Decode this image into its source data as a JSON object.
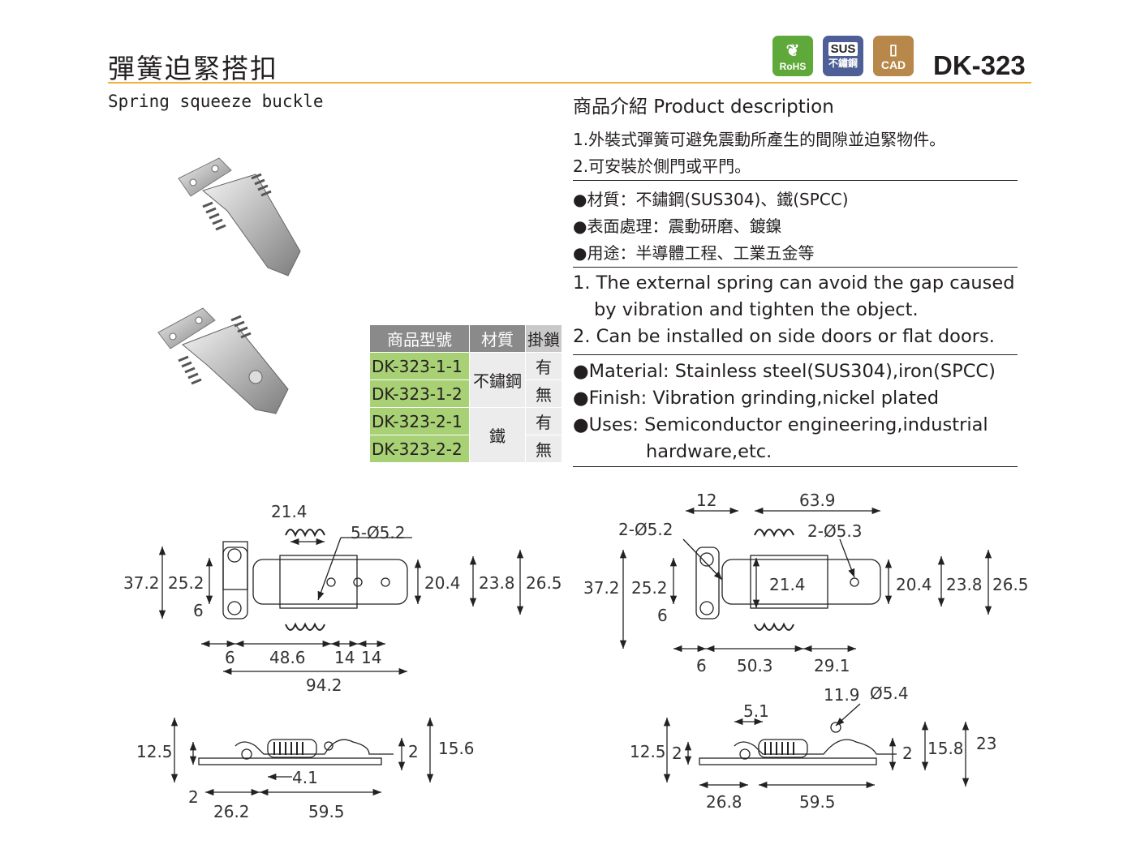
{
  "header": {
    "title_zh": "彈簧迫緊搭扣",
    "title_en": "Spring squeeze buckle",
    "model": "DK-323",
    "badges": {
      "rohs": "RoHS",
      "sus_top": "SUS",
      "sus_bottom": "不鏽鋼",
      "cad": "CAD"
    }
  },
  "description": {
    "heading": "商品介紹 Product description",
    "zh_points": [
      "1.外裝式彈簧可避免震動所產生的間隙並迫緊物件。",
      "2.可安裝於側門或平門。"
    ],
    "zh_specs": [
      "●材質：不鏽鋼(SUS304)、鐵(SPCC)",
      "●表面處理：震動研磨、鍍鎳",
      "●用途：半導體工程、工業五金等"
    ],
    "en_points": [
      "1. The external spring can avoid the gap caused",
      "by vibration and tighten the object.",
      "2. Can be installed on side doors or flat doors."
    ],
    "en_specs": [
      "●Material: Stainless steel(SUS304),iron(SPCC)",
      "●Finish: Vibration grinding,nickel plated",
      "●Uses: Semiconductor engineering,industrial",
      "hardware,etc."
    ]
  },
  "table": {
    "headers": [
      "商品型號",
      "材質",
      "掛鎖"
    ],
    "rows": [
      {
        "part": "DK-323-1-1",
        "lock": "有"
      },
      {
        "part": "DK-323-1-2",
        "lock": "無"
      },
      {
        "part": "DK-323-2-1",
        "lock": "有"
      },
      {
        "part": "DK-323-2-2",
        "lock": "無"
      }
    ],
    "materials": [
      "不鏽鋼",
      "鐵"
    ]
  },
  "drawings": {
    "top_left": [
      "21.4",
      "5-Ø5.2",
      "37.2",
      "25.2",
      "6",
      "20.4",
      "23.8",
      "26.5",
      "6",
      "48.6",
      "14",
      "14",
      "94.2"
    ],
    "top_right": [
      "12",
      "63.9",
      "2-Ø5.2",
      "2-Ø5.3",
      "37.2",
      "25.2",
      "21.4",
      "20.4",
      "23.8",
      "26.5",
      "6",
      "6",
      "50.3",
      "29.1"
    ],
    "side_left": [
      "12.5",
      "2",
      "15.6",
      "4.1",
      "2",
      "26.2",
      "59.5"
    ],
    "side_right": [
      "11.9",
      "Ø5.4",
      "5.1",
      "12.5",
      "2",
      "2",
      "15.8",
      "23",
      "26.8",
      "59.5"
    ]
  },
  "colors": {
    "accent_rule": "#f2b134",
    "rohs": "#5ea93a",
    "sus": "#4d5f96",
    "cad": "#b8874a",
    "table_green": "#a8d074"
  }
}
